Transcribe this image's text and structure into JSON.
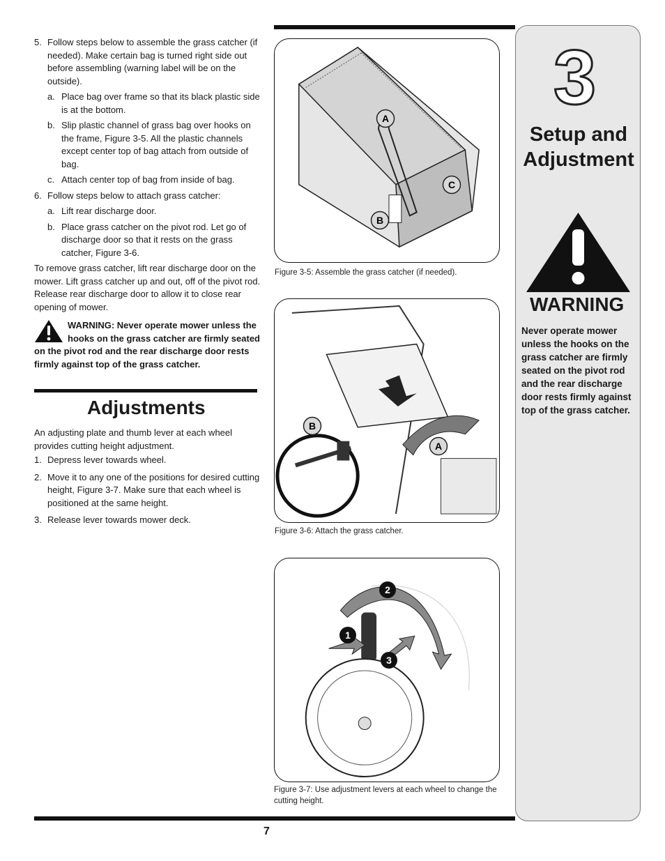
{
  "left": {
    "steps": [
      {
        "num": "5.",
        "text": "Follow steps below to assemble the grass catcher (if needed). Make certain bag is turned right side out before assembling (warning label will be on the outside).",
        "subs": [
          {
            "num": "a.",
            "text": "Place bag over frame so that its black plastic side is at the bottom."
          },
          {
            "num": "b.",
            "text": "Slip plastic channel of grass bag over hooks on the frame, Figure 3-5. All the plastic channels except center top of bag attach from outside of bag."
          },
          {
            "num": "c.",
            "text": "Attach center top of bag from inside of bag."
          }
        ]
      },
      {
        "num": "6.",
        "text": "Follow steps below to attach grass catcher:",
        "subs": [
          {
            "num": "a.",
            "text": "Lift rear discharge door."
          },
          {
            "num": "b.",
            "text": "Place grass catcher on the pivot rod. Let go of discharge door so that it rests on the grass catcher, Figure 3-6."
          }
        ]
      }
    ],
    "remove_text": "To remove grass catcher, lift rear discharge door on the mower. Lift grass catcher up and out, off of the pivot rod. Release rear discharge door to allow it to close rear opening of mower.",
    "warning_text": "WARNING: Never operate mower unless the hooks on the grass catcher are firmly seated on the pivot rod and the rear discharge door rests firmly against top of the grass catcher."
  },
  "adjustments": {
    "title": "Adjustments",
    "intro": "An adjusting plate and thumb lever at each wheel provides cutting height adjustment.",
    "steps": [
      {
        "num": "1.",
        "text": "Depress lever towards wheel."
      },
      {
        "num": "2.",
        "text": "Move it to any one of the positions for desired cutting height, Figure 3-7. Make sure that each wheel is positioned at the same height."
      },
      {
        "num": "3.",
        "text": "Release lever towards mower deck."
      }
    ]
  },
  "figures": {
    "fig35": {
      "caption": "Figure 3-5: Assemble the grass catcher (if needed).",
      "labels": [
        "A",
        "B",
        "C"
      ]
    },
    "fig36": {
      "caption": "Figure 3-6: Attach the grass catcher.",
      "labels": [
        "A",
        "B"
      ]
    },
    "fig37": {
      "caption": "Figure 3-7: Use adjustment levers at each wheel to change the cutting height.",
      "labels": [
        "1",
        "2",
        "3"
      ]
    }
  },
  "sidebar": {
    "chapter_number": "3",
    "title_line1": "Setup and",
    "title_line2": "Adjustment",
    "warning_heading": "WARNING",
    "warning_text": "Never operate mower unless the hooks on the grass catcher are firmly seated on the pivot rod and the rear discharge door rests firmly against top of the grass catcher."
  },
  "page_number": "7"
}
